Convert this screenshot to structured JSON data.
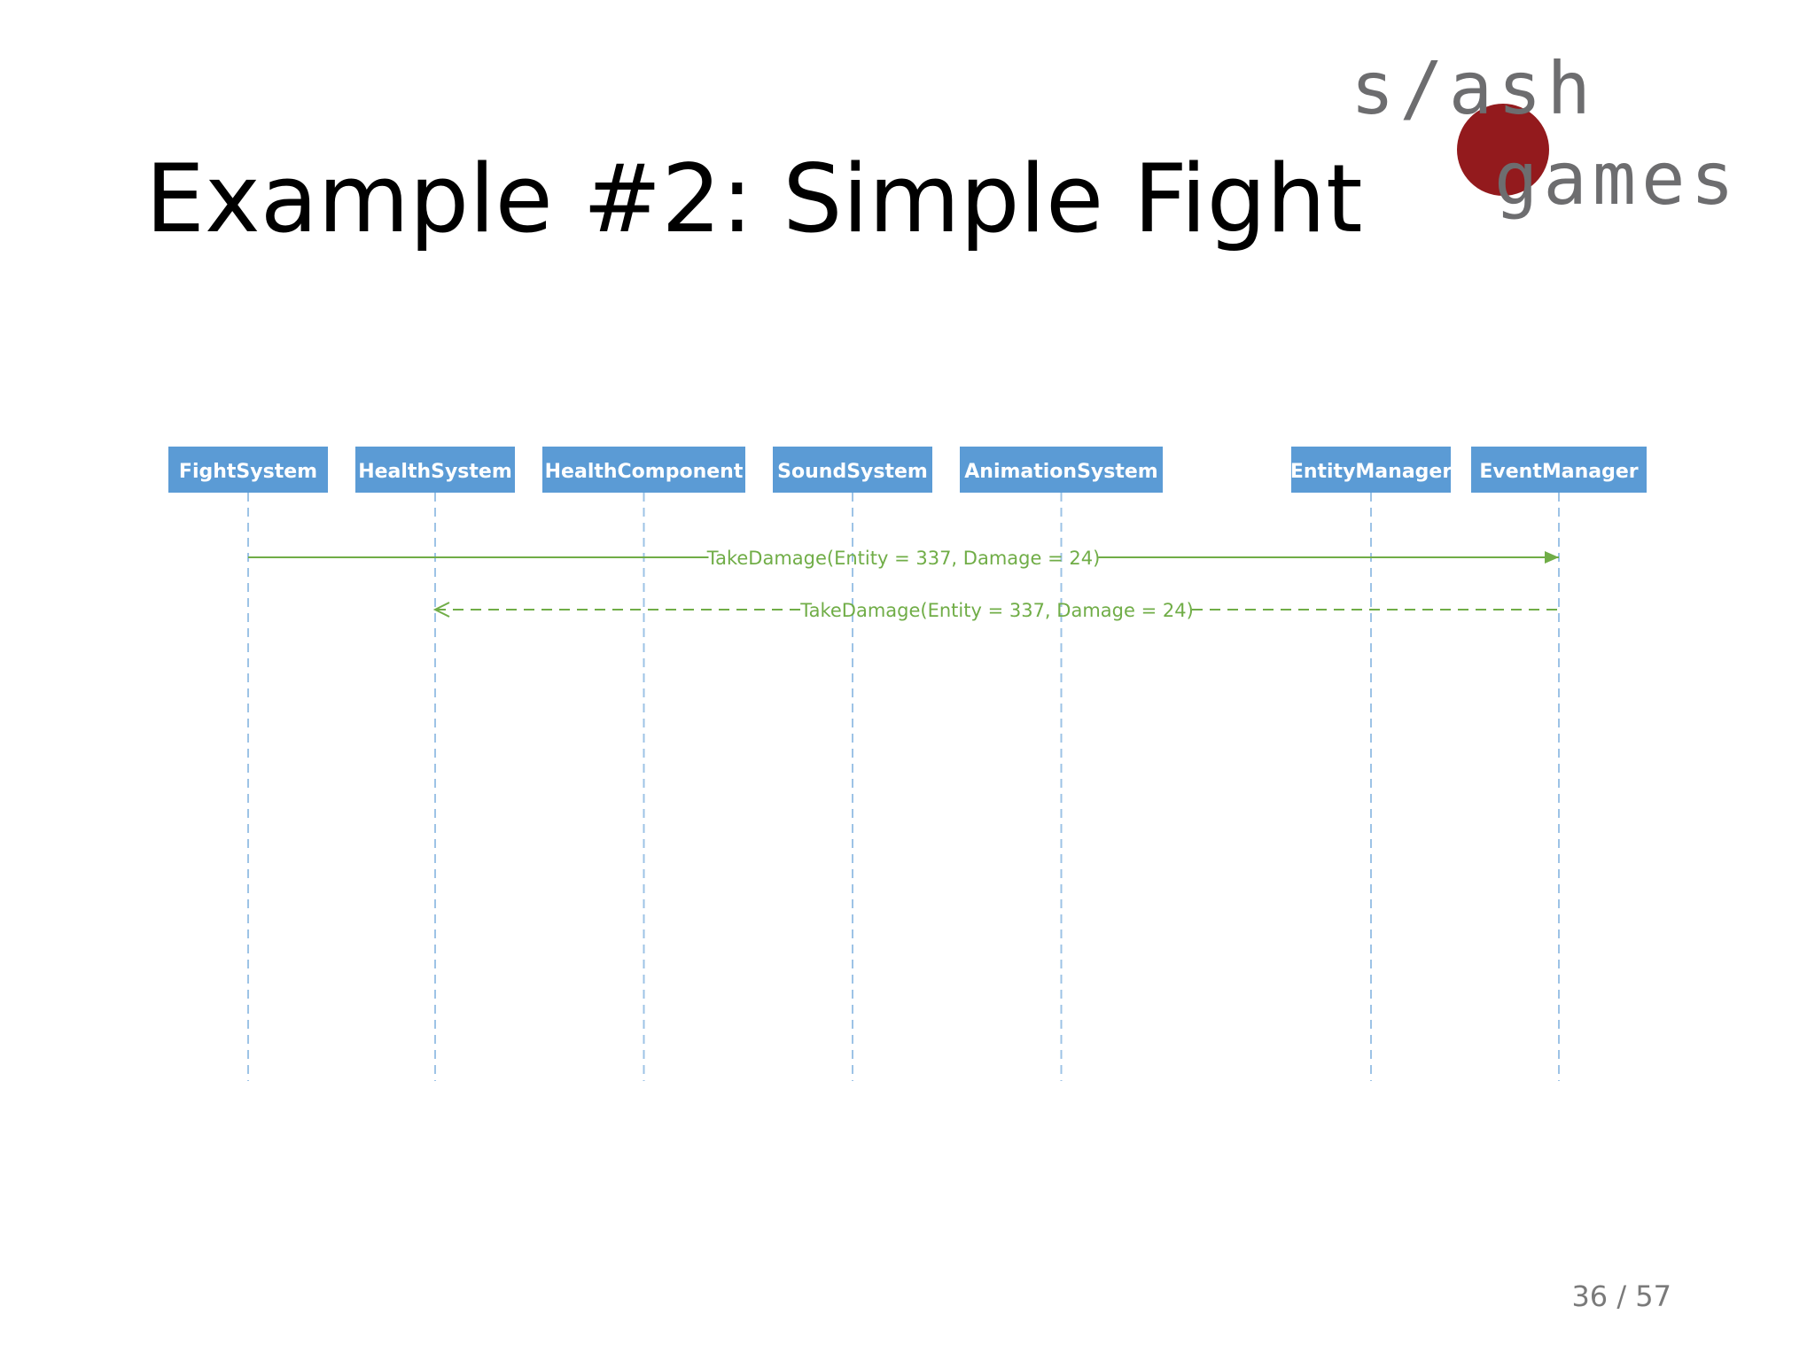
{
  "slide": {
    "title": "Example #2: Simple Fight",
    "page_number": "36 / 57"
  },
  "logo": {
    "text_top": "s/ash",
    "text_bottom": "games",
    "colors": {
      "text": "#6d6d6f",
      "accent": "#931a1d",
      "accent_text": "#ffffff"
    }
  },
  "diagram": {
    "type": "sequence",
    "colors": {
      "lifeline_box": "#5b9bd5",
      "lifeline_box_text": "#ffffff",
      "lifeline_line": "#9dc3e6",
      "message": "#70ad47"
    },
    "lifelines": [
      "FightSystem",
      "HealthSystem",
      "HealthComponent",
      "SoundSystem",
      "AnimationSystem",
      "EntityManager",
      "EventManager"
    ],
    "messages": [
      {
        "from": "FightSystem",
        "to": "EventManager",
        "label": "TakeDamage(Entity = 337, Damage = 24)",
        "style": "solid"
      },
      {
        "from": "EventManager",
        "to": "HealthSystem",
        "label": "TakeDamage(Entity = 337, Damage = 24)",
        "style": "dashed"
      }
    ]
  }
}
